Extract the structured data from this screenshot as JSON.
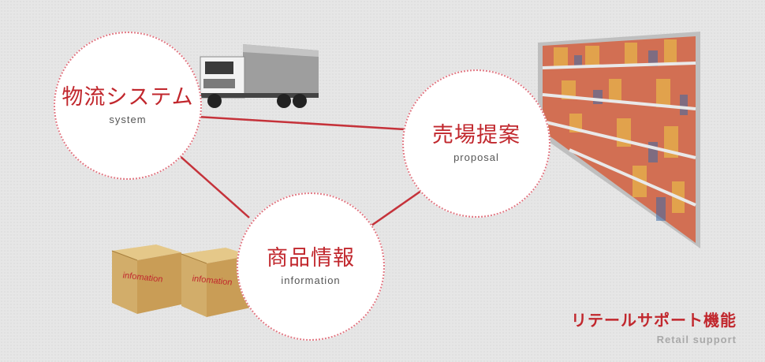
{
  "nodes": {
    "system": {
      "title": "物流システム",
      "subtitle": "system"
    },
    "proposal": {
      "title": "売場提案",
      "subtitle": "proposal"
    },
    "information": {
      "title": "商品情報",
      "subtitle": "information"
    }
  },
  "boxes": [
    {
      "label": "infomation"
    },
    {
      "label": "infomation"
    }
  ],
  "footer": {
    "title": "リテールサポート機能",
    "subtitle": "Retail support"
  },
  "colors": {
    "accent": "#c1272d",
    "line": "#c5323a",
    "dotted_border": "#e27b86",
    "background": "#e6e6e6"
  }
}
